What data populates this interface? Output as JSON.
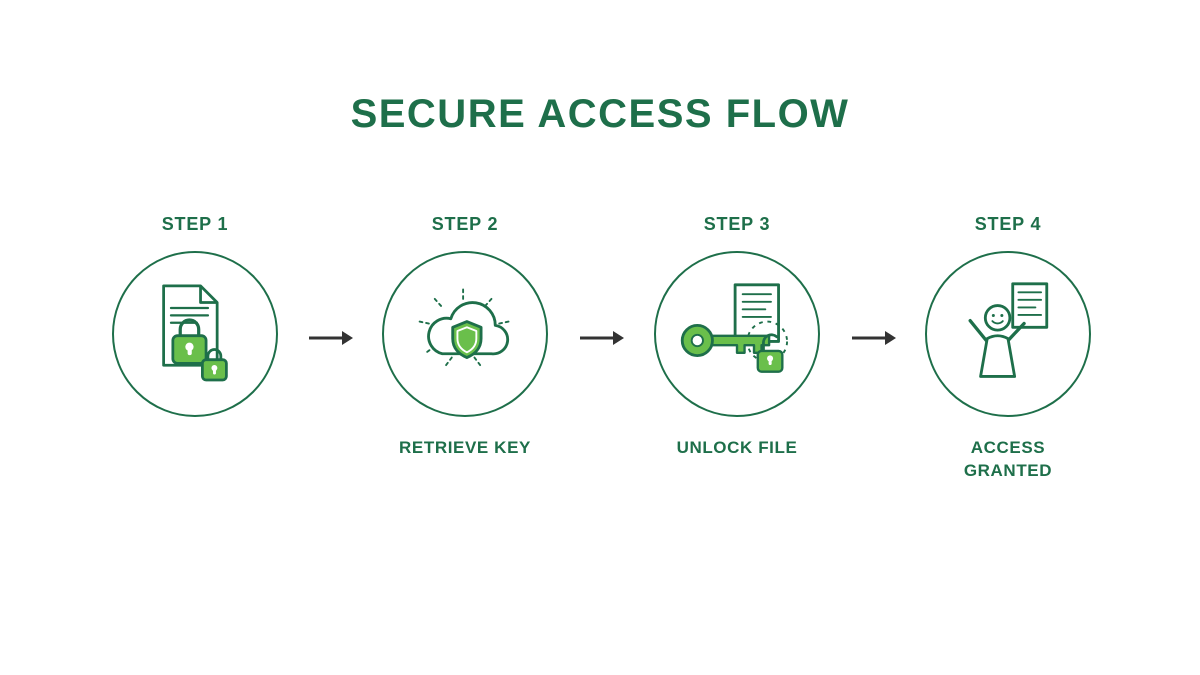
{
  "title": "SECURE ACCESS FLOW",
  "colors": {
    "dark_green": "#1e6f4a",
    "bright_green": "#6abf4b",
    "arrow": "#333333",
    "background": "#ffffff"
  },
  "steps": [
    {
      "label": "STEP 1",
      "caption": "",
      "icon": "locked-document-icon"
    },
    {
      "label": "STEP 2",
      "caption": "RETRIEVE KEY",
      "icon": "cloud-shield-icon"
    },
    {
      "label": "STEP 3",
      "caption": "UNLOCK FILE",
      "icon": "key-unlock-icon"
    },
    {
      "label": "STEP 4",
      "caption": "ACCESS\nGRANTED",
      "icon": "person-document-icon"
    }
  ],
  "arrows": [
    "right-arrow",
    "right-arrow",
    "right-arrow"
  ]
}
